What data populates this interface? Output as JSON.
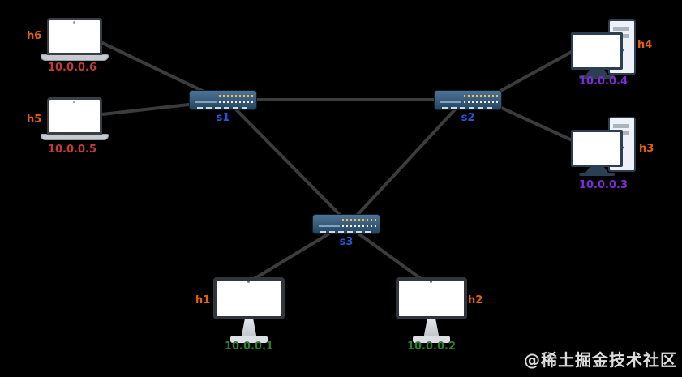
{
  "diagram": {
    "type": "network-topology",
    "watermark": "@稀土掘金技术社区"
  },
  "colors": {
    "background": "#000000",
    "host_name": "#e2620c",
    "ip_red": "#c43a36",
    "ip_purple": "#7a2cd6",
    "ip_green": "#2f7d32",
    "switch_label": "#2457d8",
    "link": "#3c3c3c",
    "watermark": "#dcdcdc"
  },
  "switches": {
    "s1": {
      "name": "s1"
    },
    "s2": {
      "name": "s2"
    },
    "s3": {
      "name": "s3"
    }
  },
  "hosts": {
    "h1": {
      "name": "h1",
      "ip": "10.0.0.1",
      "device": "monitor",
      "group": "green"
    },
    "h2": {
      "name": "h2",
      "ip": "10.0.0.2",
      "device": "monitor",
      "group": "green"
    },
    "h3": {
      "name": "h3",
      "ip": "10.0.0.3",
      "device": "desktop",
      "group": "purple"
    },
    "h4": {
      "name": "h4",
      "ip": "10.0.0.4",
      "device": "desktop",
      "group": "purple"
    },
    "h5": {
      "name": "h5",
      "ip": "10.0.0.5",
      "device": "laptop",
      "group": "red"
    },
    "h6": {
      "name": "h6",
      "ip": "10.0.0.6",
      "device": "laptop",
      "group": "red"
    }
  },
  "links": [
    [
      "h6",
      "s1"
    ],
    [
      "h5",
      "s1"
    ],
    [
      "s1",
      "s2"
    ],
    [
      "s1",
      "s3"
    ],
    [
      "s2",
      "s3"
    ],
    [
      "s2",
      "h4"
    ],
    [
      "s2",
      "h3"
    ],
    [
      "s3",
      "h1"
    ],
    [
      "s3",
      "h2"
    ]
  ]
}
